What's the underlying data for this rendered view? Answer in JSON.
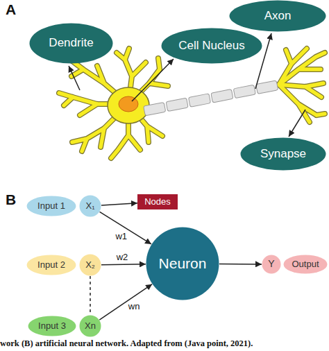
{
  "diagram": {
    "caption": "work (B) artificial neural network. Adapted from (Java point, 2021).",
    "nodes": [
      {
        "text": [
          "Dendrite"
        ]
      },
      {
        "text": [
          "Cell Nucleus"
        ]
      },
      {
        "text": [
          "Axon"
        ]
      },
      {
        "text": [
          "Synapse"
        ]
      },
      {
        "text": [
          "Input 1"
        ]
      },
      {
        "text": [
          "X₁"
        ]
      },
      {
        "text": [
          "Nodes"
        ]
      },
      {
        "text": [
          "Input 2"
        ]
      },
      {
        "text": [
          "X₂"
        ]
      },
      {
        "text": [
          "Input 3"
        ]
      },
      {
        "text": [
          "Xn"
        ]
      },
      {
        "text": [
          "Neuron"
        ]
      },
      {
        "text": [
          "Y"
        ]
      },
      {
        "text": [
          "Output"
        ]
      }
    ],
    "edges": [
      {
        "from": 5,
        "to": 6,
        "arrow": "to"
      },
      {
        "from": 5,
        "to": 11,
        "label": "w1",
        "arrow": "to"
      },
      {
        "from": 8,
        "to": 11,
        "label": "w2",
        "arrow": "to"
      },
      {
        "from": 10,
        "to": 11,
        "label": "wn",
        "arrow": "to"
      },
      {
        "from": 8,
        "to": 10,
        "arrow": "none"
      },
      {
        "from": 11,
        "to": 12,
        "arrow": "to"
      }
    ],
    "labels": [
      "A",
      "B"
    ]
  }
}
